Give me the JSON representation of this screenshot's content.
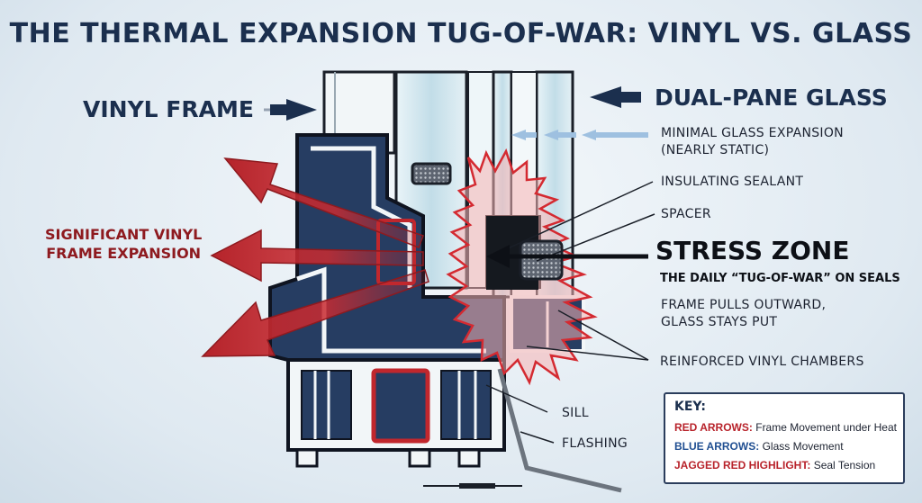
{
  "title": "THE THERMAL EXPANSION TUG-OF-WAR: VINYL VS. GLASS",
  "labels": {
    "vinyl_frame": "VINYL FRAME",
    "dual_pane": "DUAL-PANE GLASS",
    "vinyl_expansion": [
      "SIGNIFICANT VINYL",
      "FRAME EXPANSION"
    ],
    "glass_expansion": [
      "MINIMAL GLASS EXPANSION",
      "(NEARLY STATIC)"
    ],
    "insulating_sealant": "INSULATING SEALANT",
    "spacer": "SPACER",
    "stress_zone": "STRESS ZONE",
    "stress_sub": "THE DAILY “TUG-OF-WAR” ON SEALS",
    "frame_pulls": [
      "FRAME PULLS OUTWARD,",
      "GLASS STAYS PUT"
    ],
    "reinforced": "REINFORCED VINYL CHAMBERS",
    "sill": "SILL",
    "flashing": "FLASHING"
  },
  "key": {
    "heading": "KEY:",
    "rows": [
      {
        "term": "RED ARROWS:",
        "desc": "Frame Movement under Heat"
      },
      {
        "term": "BLUE ARROWS:",
        "desc": "Glass Movement"
      },
      {
        "term": "JAGGED RED HIGHLIGHT:",
        "desc": "Seal Tension"
      }
    ]
  },
  "colors": {
    "navy": "#1b2f4e",
    "red": "#c0272d",
    "dark_red": "#8e1a1f",
    "glass": "#cfe6ef",
    "frame_fill": "#263d62"
  }
}
